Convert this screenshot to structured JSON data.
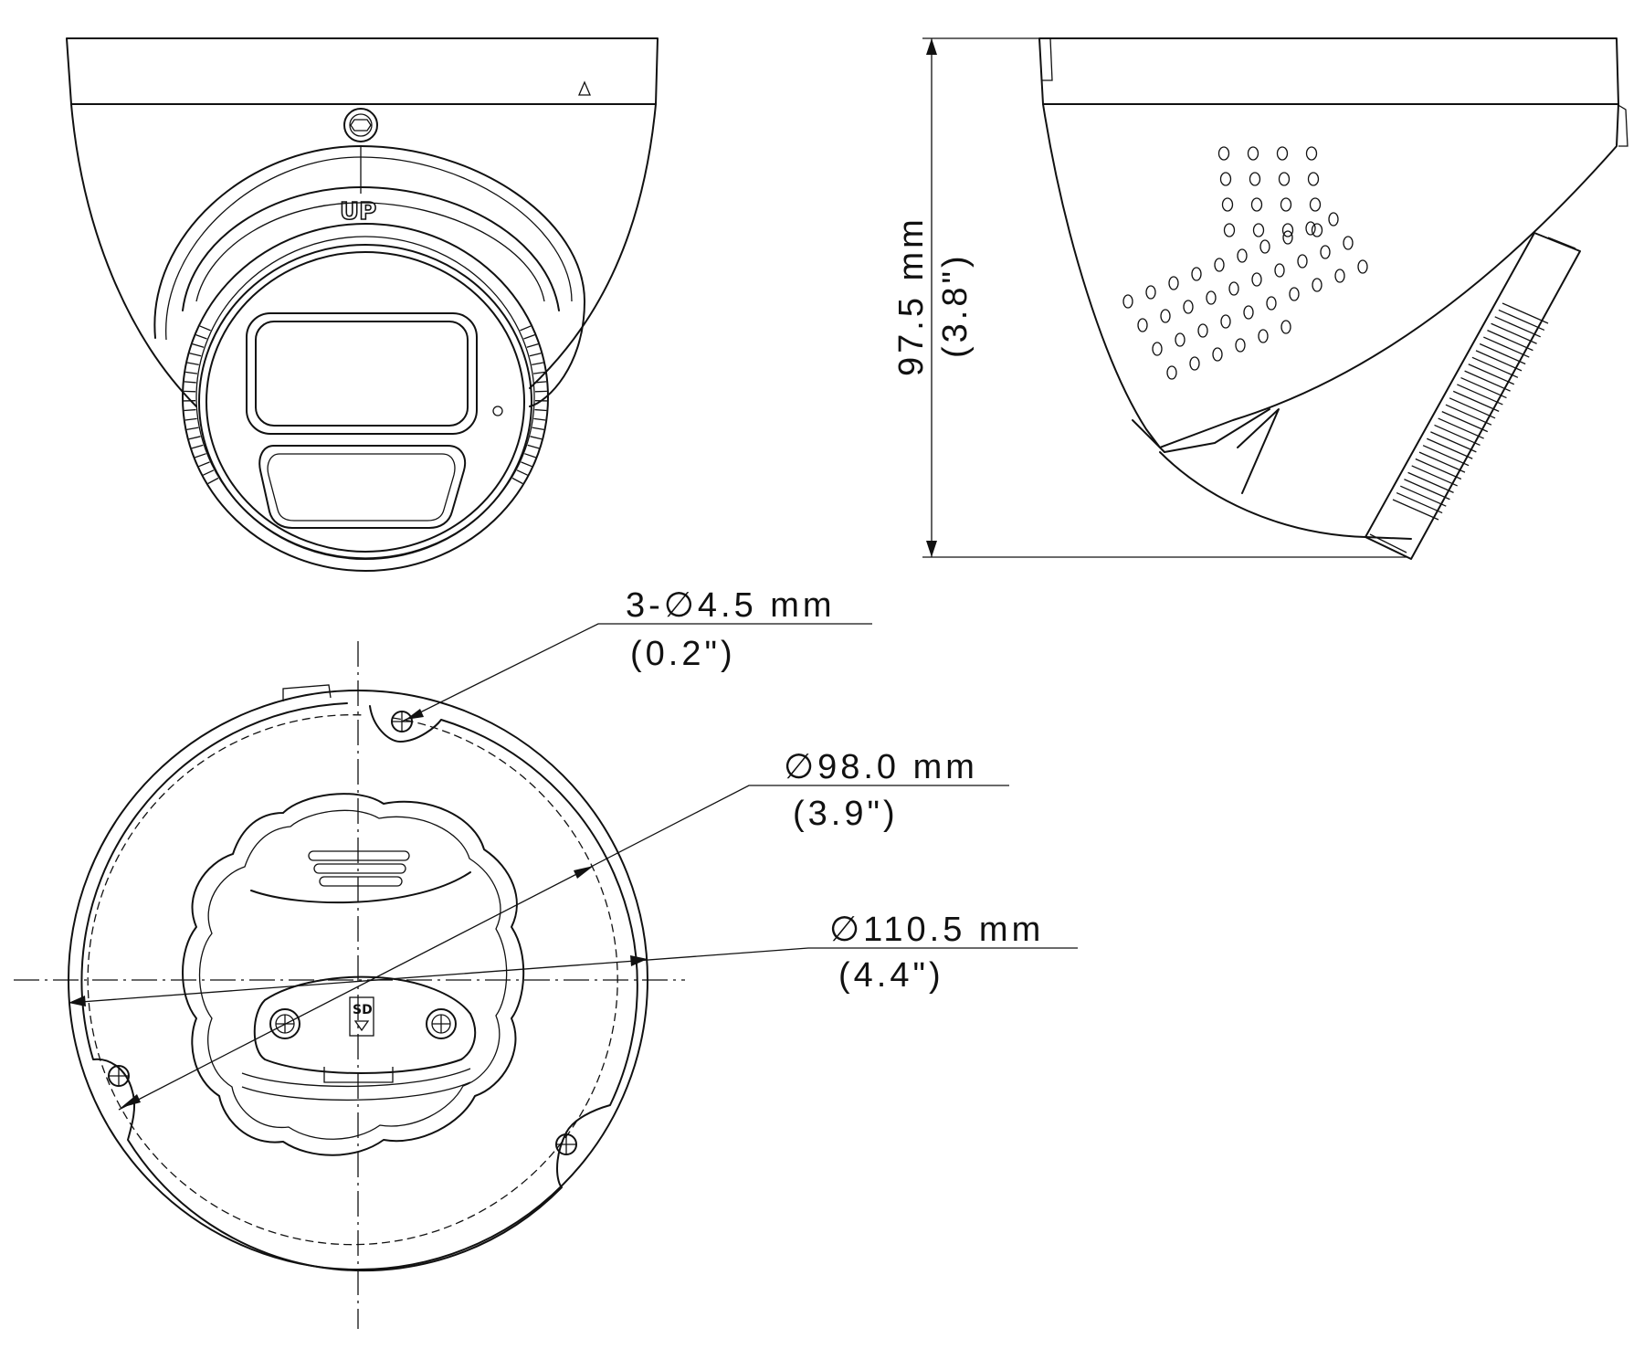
{
  "front_view": {
    "marking": "UP"
  },
  "side_view": {
    "height_dimension": {
      "metric": "97.5 mm",
      "imperial": "(3.8\")"
    }
  },
  "bottom_view": {
    "sd_label": "SD",
    "hole_dimension": {
      "metric": "3-∅4.5 mm",
      "imperial": "(0.2\")"
    },
    "mount_dimension": {
      "metric": "∅98.0 mm",
      "imperial": "(3.9\")"
    },
    "base_dimension": {
      "metric": "∅110.5 mm",
      "imperial": "(4.4\")"
    }
  }
}
